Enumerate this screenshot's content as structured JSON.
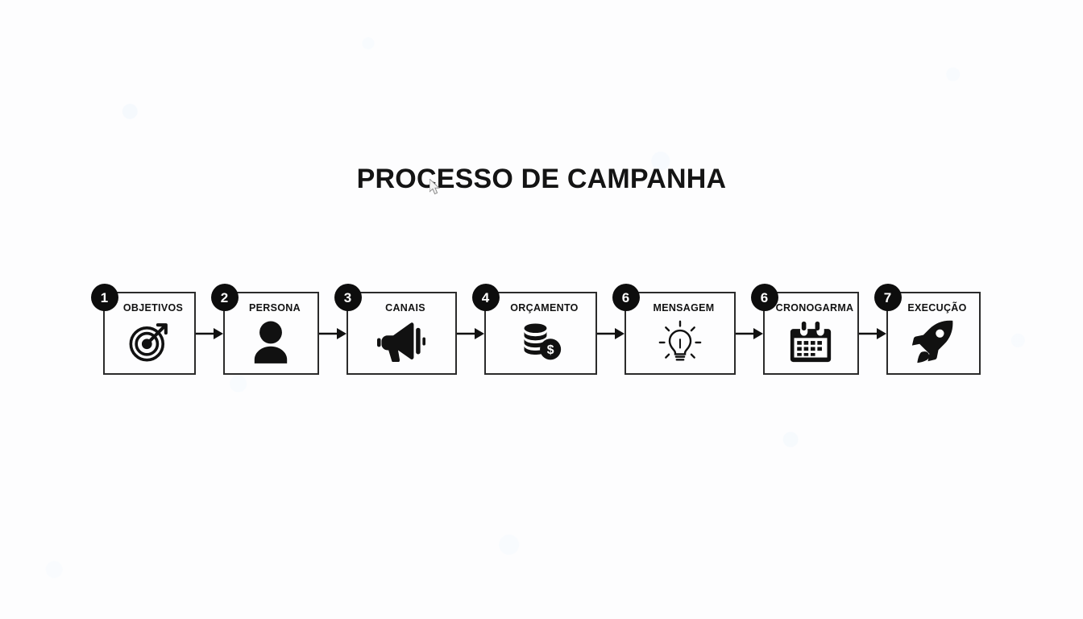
{
  "page": {
    "title": "PROCESSO DE CAMPANHA",
    "background_color": "#fdfdfe",
    "ink_color": "#2b2b2b",
    "badge_color": "#0d0d0d",
    "badge_text_color": "#ffffff"
  },
  "cursor": {
    "name": "mouse-pointer-artifact"
  },
  "flow": {
    "connector_icon": "arrow-right-icon",
    "steps": [
      {
        "number": "1",
        "label": "OBJETIVOS",
        "icon": "target-icon",
        "width": 115
      },
      {
        "number": "2",
        "label": "PERSONA",
        "icon": "person-icon",
        "width": 119
      },
      {
        "number": "3",
        "label": "CANAIS",
        "icon": "megaphone-icon",
        "width": 137
      },
      {
        "number": "4",
        "label": "ORÇAMENTO",
        "icon": "coins-icon",
        "width": 140
      },
      {
        "number": "6",
        "label": "MENSAGEM",
        "icon": "lightbulb-icon",
        "width": 138
      },
      {
        "number": "6",
        "label": "CRONOGARMA",
        "icon": "calendar-icon",
        "width": 119
      },
      {
        "number": "7",
        "label": "EXECUÇÃO",
        "icon": "rocket-icon",
        "width": 117
      }
    ]
  }
}
